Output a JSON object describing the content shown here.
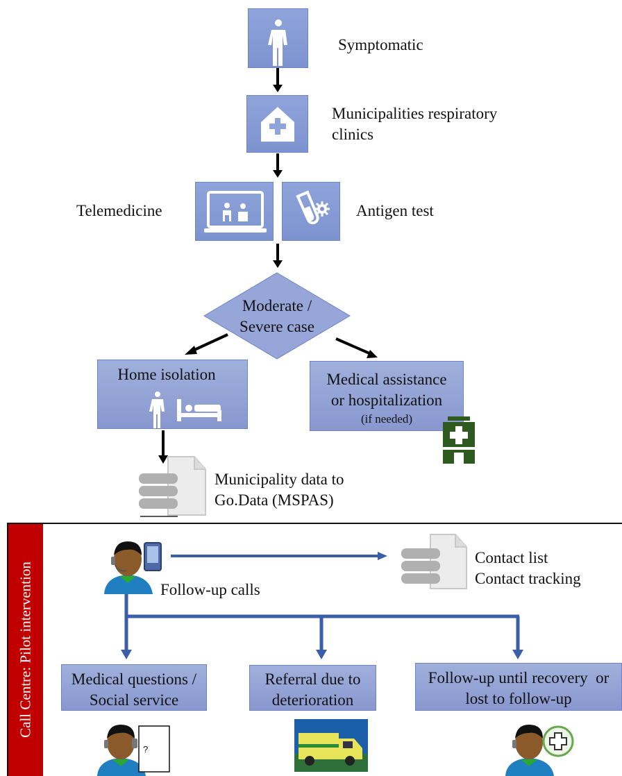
{
  "top": {
    "symptomatic": "Symptomatic",
    "clinics": [
      "Municipalities respiratory",
      "clinics"
    ],
    "telemedicine": "Telemedicine",
    "antigen": "Antigen test",
    "decision": [
      "Moderate /",
      "Severe case"
    ],
    "home_isolation": "Home isolation",
    "medical_assistance": [
      "Medical assistance",
      "or hospitalization"
    ],
    "if_needed": "(if needed)",
    "municipality_data": [
      "Municipality data to",
      "Go.Data (MSPAS)"
    ]
  },
  "call_centre": {
    "side_label": "Call Centre: Pilot intervention",
    "follow_up_calls": "Follow-up calls",
    "contact": [
      "Contact list",
      "Contact tracking"
    ],
    "medical_questions": [
      "Medical questions /",
      "Social service"
    ],
    "referral": [
      "Referral due to",
      "deterioration"
    ],
    "follow_up_until": [
      "Follow-up until recovery  or",
      "lost to follow-up"
    ],
    "question_mark": "?"
  },
  "colors": {
    "box_fill": "#8fa0d6",
    "arrow_blue": "#3a5ea8",
    "side_bar": "#c00000",
    "hospital_green": "#2f5a1f"
  }
}
